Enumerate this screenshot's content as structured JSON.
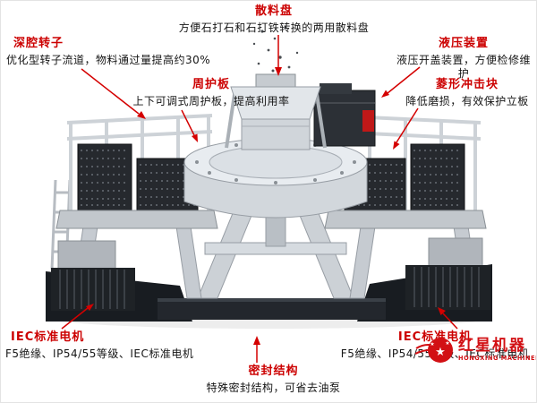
{
  "annotations": [
    {
      "id": "scatter-plate",
      "title": "散料盘",
      "desc": "方便石打石和石打铁转换的两用散料盘"
    },
    {
      "id": "deep-rotor",
      "title": "深腔转子",
      "desc": "优化型转子流道，物料通过量提高约30%"
    },
    {
      "id": "guard-plate",
      "title": "周护板",
      "desc": "上下可调式周护板，提高利用率"
    },
    {
      "id": "hydraulic",
      "title": "液压装置",
      "desc": "液压开盖装置，方便检修维护"
    },
    {
      "id": "impact-block",
      "title": "菱形冲击块",
      "desc": "降低磨损，有效保护立板"
    },
    {
      "id": "motor-left",
      "title": "IEC标准电机",
      "desc": "F5绝缘、IP54/55等级、IEC标准电机"
    },
    {
      "id": "seal",
      "title": "密封结构",
      "desc": "特殊密封结构，可省去油泵"
    },
    {
      "id": "motor-right",
      "title": "IEC标准电机",
      "desc": "F5绝缘、IP54/55等级、IEC标准电机"
    }
  ],
  "logo": {
    "brand_cn": "红星机器",
    "brand_en": "HONGXING MACHINERY",
    "star_glyph": "★"
  },
  "colors": {
    "accent_red": "#d40000",
    "annotation_title_red": "#cc0000",
    "logo_red": "#d21014",
    "machine_dark": "#1e2226",
    "machine_light": "#d3d8dd"
  }
}
